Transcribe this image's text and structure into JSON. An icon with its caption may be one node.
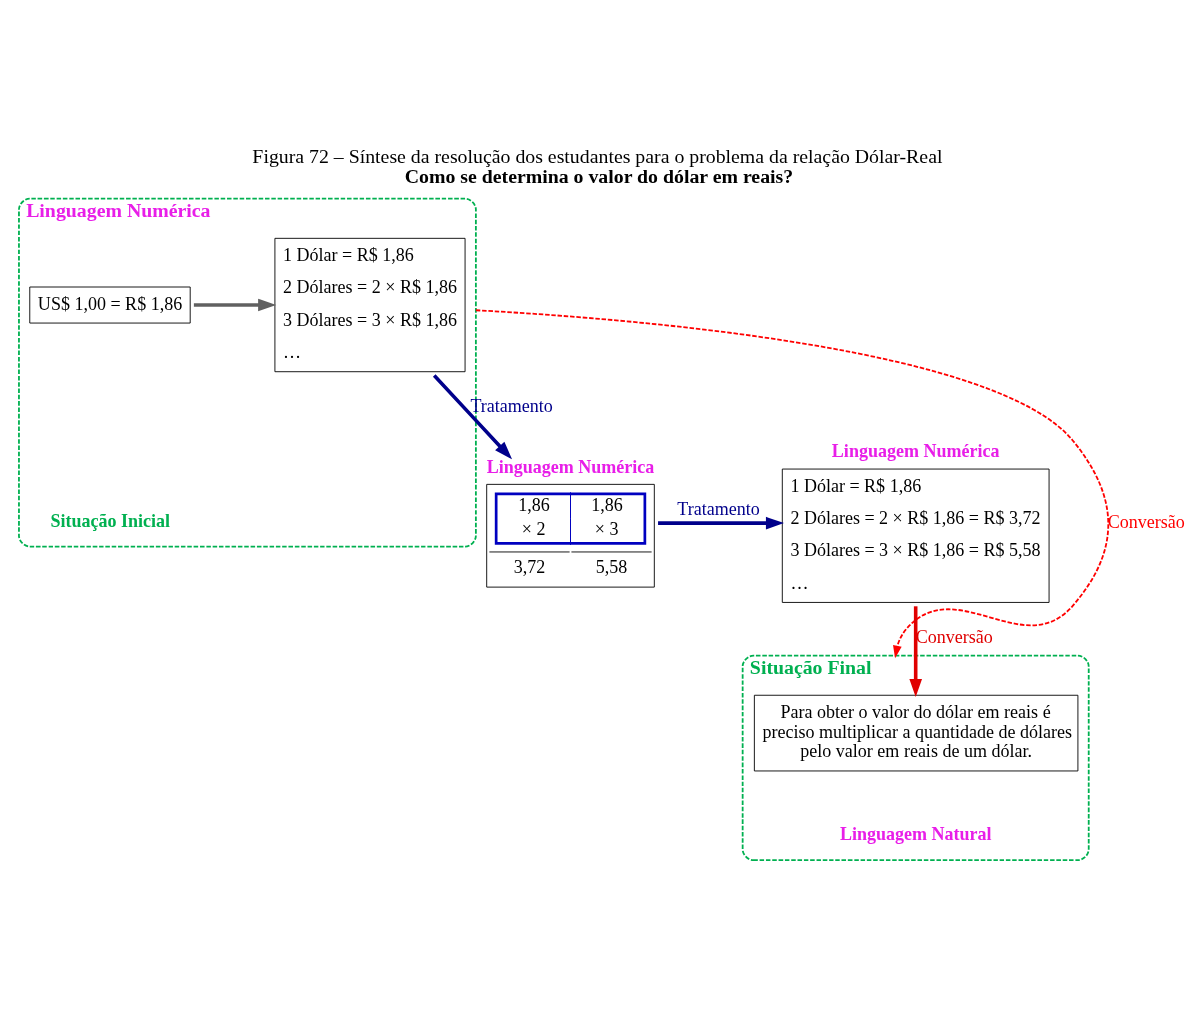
{
  "diagram": {
    "title": "Como se determina o valor do dólar em reais?",
    "caption": "Figura 72 – Síntese da resolução dos estudantes para o problema da relação Dólar-Real",
    "nodes": [
      {
        "text": [
          "Linguagem Numérica",
          "Situação Inicial"
        ]
      },
      {
        "text": [
          "US$ 1,00 = R$ 1,86"
        ],
        "in": 0
      },
      {
        "text": [
          "1 Dólar = R$ 1,86",
          "2 Dólares = 2 × R$ 1,86",
          "3 Dólares = 3 × R$ 1,86",
          "…"
        ],
        "in": 0
      },
      {
        "text": [
          "Linguagem Numérica",
          "1,86",
          "1,86",
          "× 2",
          "× 3",
          "3,72",
          "5,58"
        ]
      },
      {
        "text": [
          "Linguagem Numérica",
          "1 Dólar = R$ 1,86",
          "2 Dólares = 2 × R$ 1,86 = R$ 3,72",
          "3 Dólares = 3 × R$ 1,86 = R$ 5,58",
          "…"
        ]
      },
      {
        "text": [
          "Situação Final",
          "Linguagem Natural"
        ]
      },
      {
        "text": [
          "Para obter o valor do dólar em reais é preciso multiplicar a quantidade de dólares pelo valor em reais de um dólar."
        ],
        "in": 5
      }
    ],
    "edges": [
      {
        "from": 1,
        "to": 2,
        "arrow": "to",
        "color": "#606060"
      },
      {
        "from": 2,
        "to": 3,
        "arrow": "to",
        "label": "Tratamento",
        "color": "#00008b"
      },
      {
        "from": 3,
        "to": 4,
        "arrow": "to",
        "label": "Tratamento",
        "color": "#00008b"
      },
      {
        "from": 4,
        "to": 6,
        "arrow": "to",
        "label": "Conversão",
        "color": "#e00000"
      },
      {
        "from": 0,
        "to": 5,
        "arrow": "to",
        "label": "Conversão",
        "style": "dashed",
        "color": "#ff0000"
      }
    ]
  }
}
